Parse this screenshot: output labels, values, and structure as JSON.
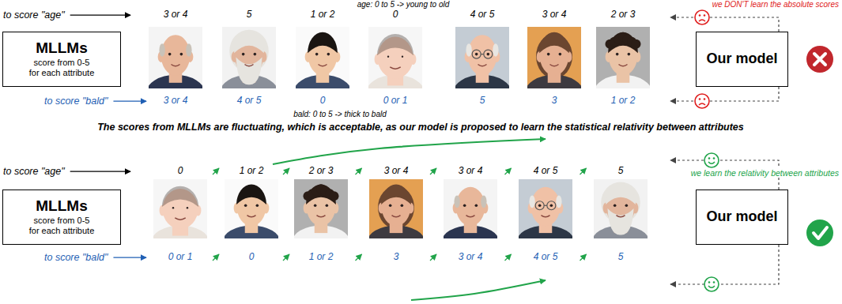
{
  "diagram": {
    "nodes": [
      {
        "text": [
          "MLLMs",
          "score from 0-5 for each attribute"
        ]
      },
      {
        "text": [
          "Our model"
        ]
      },
      {
        "text": [
          "MLLMs",
          "score from 0-5 for each attribute"
        ]
      },
      {
        "text": [
          "Our model"
        ]
      }
    ],
    "labels": [
      "age: 0 to 5 -> young to old",
      "we DON'T learn the absolute scores",
      "to score \"age\"",
      "3 or 4",
      "5",
      "1 or 2",
      "0",
      "4 or 5",
      "3 or 4",
      "2 or 3",
      "to score \"bald\"",
      "3 or 4",
      "4 or 5",
      "0",
      "0 or 1",
      "5",
      "3",
      "1 or 2",
      "bald: 0 to 5 -> thick to bald",
      "The scores from MLLMs are fluctuating, which is acceptable, as our model is proposed to learn the statistical relativity between attributes",
      "we learn the relativity between attributes",
      "to score \"age\"",
      "0",
      "1 or 2",
      "2 or 3",
      "3 or 4",
      "3 or 4",
      "4 or 5",
      "5",
      "to score \"bald\"",
      "0 or 1",
      "0",
      "1 or 2",
      "3",
      "3 or 4",
      "4 or 5",
      "5"
    ]
  }
}
